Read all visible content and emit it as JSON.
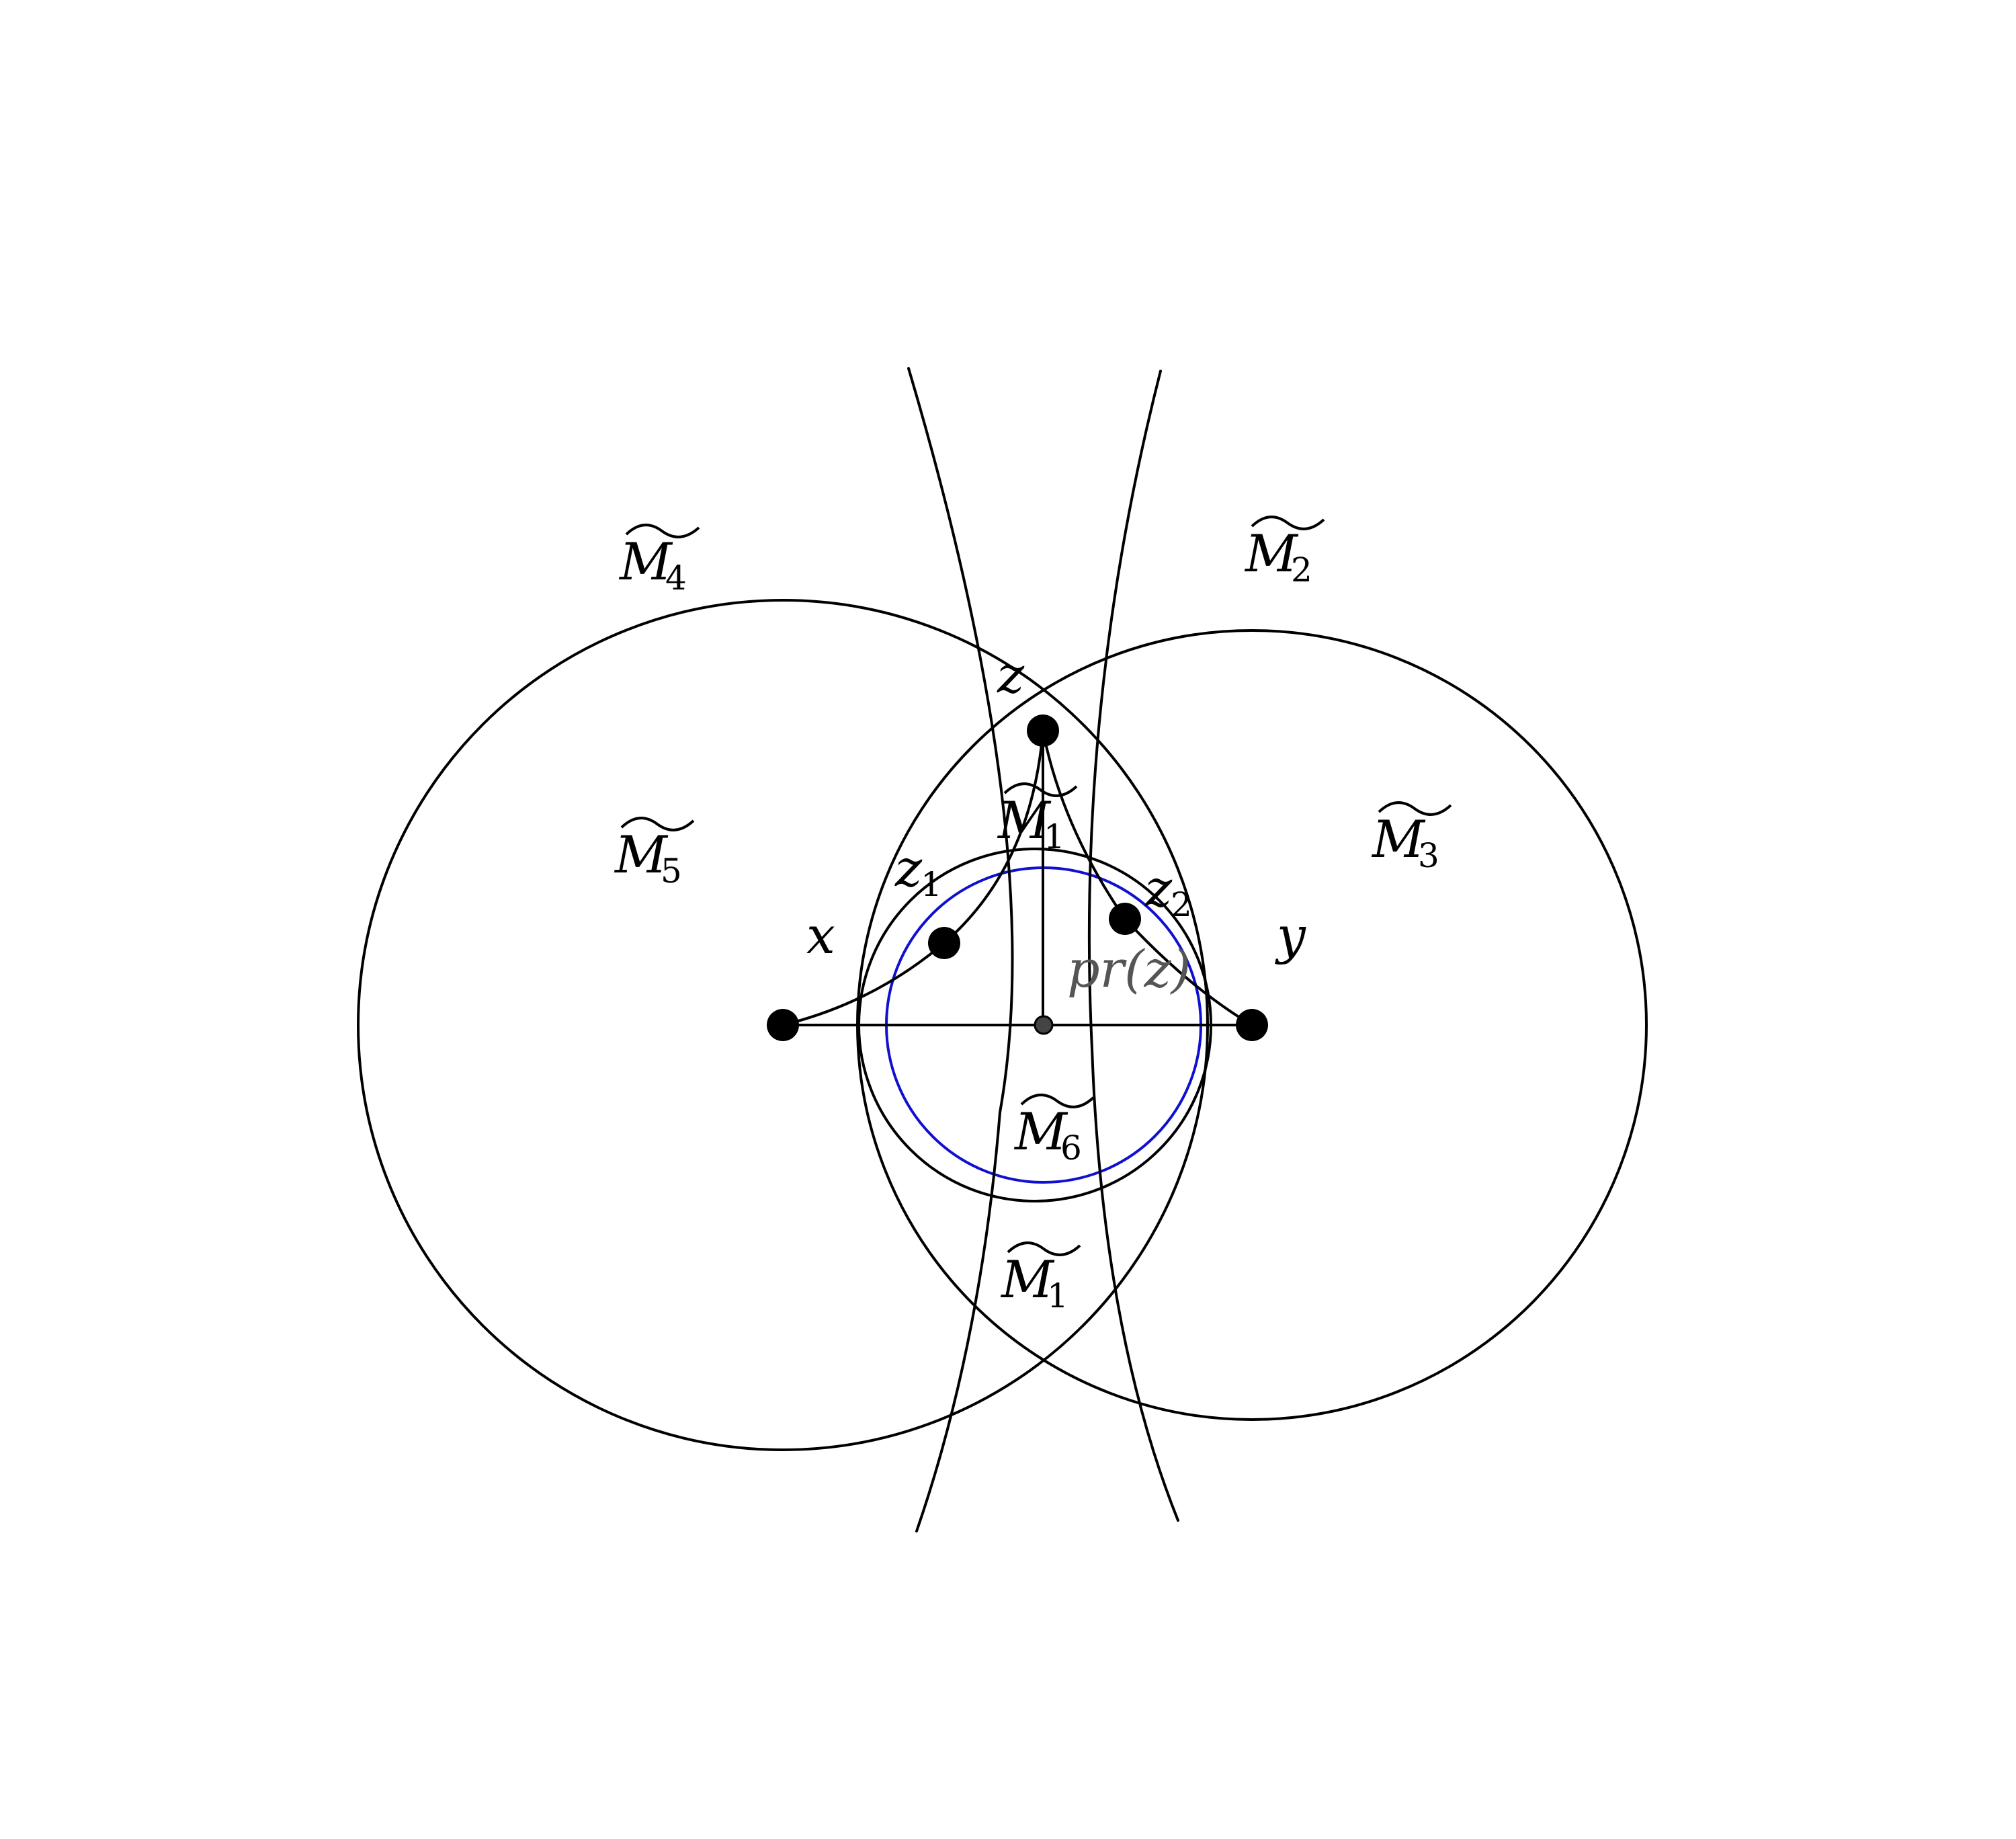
{
  "labels": {
    "m4": {
      "base": "M",
      "sub": "4"
    },
    "m2": {
      "base": "M",
      "sub": "2"
    },
    "m5": {
      "base": "M",
      "sub": "5"
    },
    "m3": {
      "base": "M",
      "sub": "3"
    },
    "m1_top": {
      "base": "M",
      "sub": "1"
    },
    "m6": {
      "base": "M",
      "sub": "6"
    },
    "m1_bottom": {
      "base": "M",
      "sub": "1"
    },
    "z": "z",
    "z1": {
      "base": "z",
      "sub": "1"
    },
    "z2": {
      "base": "z",
      "sub": "2"
    },
    "x": "x",
    "y": "y",
    "prz": "pr(z)"
  },
  "colors": {
    "stroke": "#000000",
    "inner_circle": "#1010d0",
    "projection_label": "#555555"
  }
}
